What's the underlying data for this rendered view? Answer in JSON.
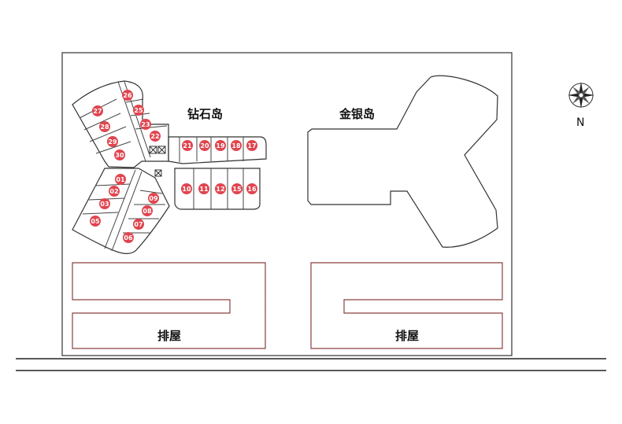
{
  "buildings": {
    "diamond_island": {
      "label": "钻石岛"
    },
    "gold_silver_island": {
      "label": "金银岛"
    },
    "row_house_left": {
      "label": "排屋"
    },
    "row_house_right": {
      "label": "排屋"
    }
  },
  "compass": {
    "label": "N"
  },
  "units": [
    "26",
    "27",
    "25",
    "23",
    "28",
    "22",
    "29",
    "30",
    "21",
    "20",
    "19",
    "18",
    "17",
    "01",
    "02",
    "09",
    "03",
    "08",
    "10",
    "11",
    "12",
    "15",
    "16",
    "05",
    "07",
    "06"
  ],
  "colors": {
    "unit_badge": "#e0454f",
    "outline": "#333333"
  }
}
